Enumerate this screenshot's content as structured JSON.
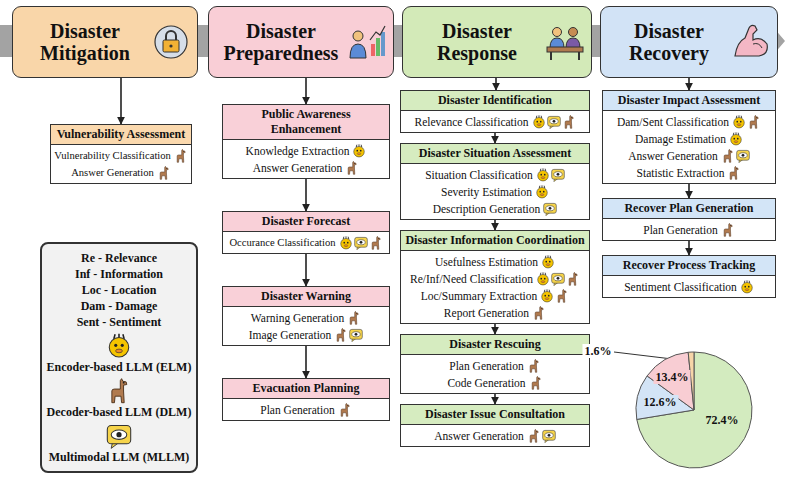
{
  "diagram": {
    "nodes": [
      {
        "text": [
          "Disaster Mitigation"
        ]
      },
      {
        "text": [
          "Vulnerability Assessment"
        ]
      },
      {
        "text": [
          "Vulnerability Classification",
          "Answer Generation"
        ]
      },
      {
        "text": [
          "Disaster Preparedness"
        ]
      },
      {
        "text": [
          "Public Awareness Enhancement"
        ]
      },
      {
        "text": [
          "Knowledge Extraction",
          "Answer Generation"
        ]
      },
      {
        "text": [
          "Disaster Forecast"
        ]
      },
      {
        "text": [
          "Occurance Classification"
        ]
      },
      {
        "text": [
          "Disaster Warning"
        ]
      },
      {
        "text": [
          "Warning Generation",
          "Image Generation"
        ]
      },
      {
        "text": [
          "Evacuation Planning"
        ]
      },
      {
        "text": [
          "Plan Generation"
        ]
      },
      {
        "text": [
          "Disaster Response"
        ]
      },
      {
        "text": [
          "Disaster Identification"
        ]
      },
      {
        "text": [
          "Relevance Classification"
        ]
      },
      {
        "text": [
          "Disaster Situation Assessment"
        ]
      },
      {
        "text": [
          "Situation Classification",
          "Severity Estimation",
          "Description Generation"
        ]
      },
      {
        "text": [
          "Disaster Information Coordination"
        ]
      },
      {
        "text": [
          "Usefulness Estimation",
          "Re/Inf/Need Classification",
          "Loc/Summary Extraction",
          "Report Generation"
        ]
      },
      {
        "text": [
          "Disaster Rescuing"
        ]
      },
      {
        "text": [
          "Plan Generation",
          "Code Generation"
        ]
      },
      {
        "text": [
          "Disaster Issue Consultation"
        ]
      },
      {
        "text": [
          "Answer Generation"
        ]
      },
      {
        "text": [
          "Disaster Recovery"
        ]
      },
      {
        "text": [
          "Disaster Impact Assessment"
        ]
      },
      {
        "text": [
          "Dam/Sent Classification",
          "Damage Estimation",
          "Answer Generation",
          "Statistic Extraction"
        ]
      },
      {
        "text": [
          "Recover Plan Generation"
        ]
      },
      {
        "text": [
          "Plan Generation"
        ]
      },
      {
        "text": [
          "Recover Process Tracking"
        ]
      },
      {
        "text": [
          "Sentiment Classification"
        ]
      }
    ],
    "edges": [
      {
        "from": 0,
        "to": 1,
        "arrow": "to"
      },
      {
        "from": 3,
        "to": 4,
        "arrow": "to"
      },
      {
        "from": 5,
        "to": 6,
        "arrow": "to"
      },
      {
        "from": 7,
        "to": 8,
        "arrow": "to"
      },
      {
        "from": 9,
        "to": 10,
        "arrow": "to"
      },
      {
        "from": 12,
        "to": 13,
        "arrow": "to"
      },
      {
        "from": 14,
        "to": 15,
        "arrow": "to"
      },
      {
        "from": 16,
        "to": 17,
        "arrow": "to"
      },
      {
        "from": 18,
        "to": 19,
        "arrow": "to"
      },
      {
        "from": 20,
        "to": 21,
        "arrow": "to"
      },
      {
        "from": 23,
        "to": 24,
        "arrow": "to"
      },
      {
        "from": 25,
        "to": 26,
        "arrow": "to"
      },
      {
        "from": 27,
        "to": 28,
        "arrow": "to"
      }
    ],
    "labels": [
      "1.6%",
      "13.4%",
      "12.6%",
      "72.4%"
    ],
    "legend": [
      {
        "text": "Re - Relevance"
      },
      {
        "text": "Inf - Information"
      },
      {
        "text": "Loc - Location"
      },
      {
        "text": "Dam - Damage"
      },
      {
        "text": "Sent - Sentiment"
      },
      {
        "text": "Encoder-based LLM (ELM)"
      },
      {
        "text": "Decoder-based LLM (DLM)"
      },
      {
        "text": "Multimodal LLM (MLLM)"
      }
    ]
  }
}
